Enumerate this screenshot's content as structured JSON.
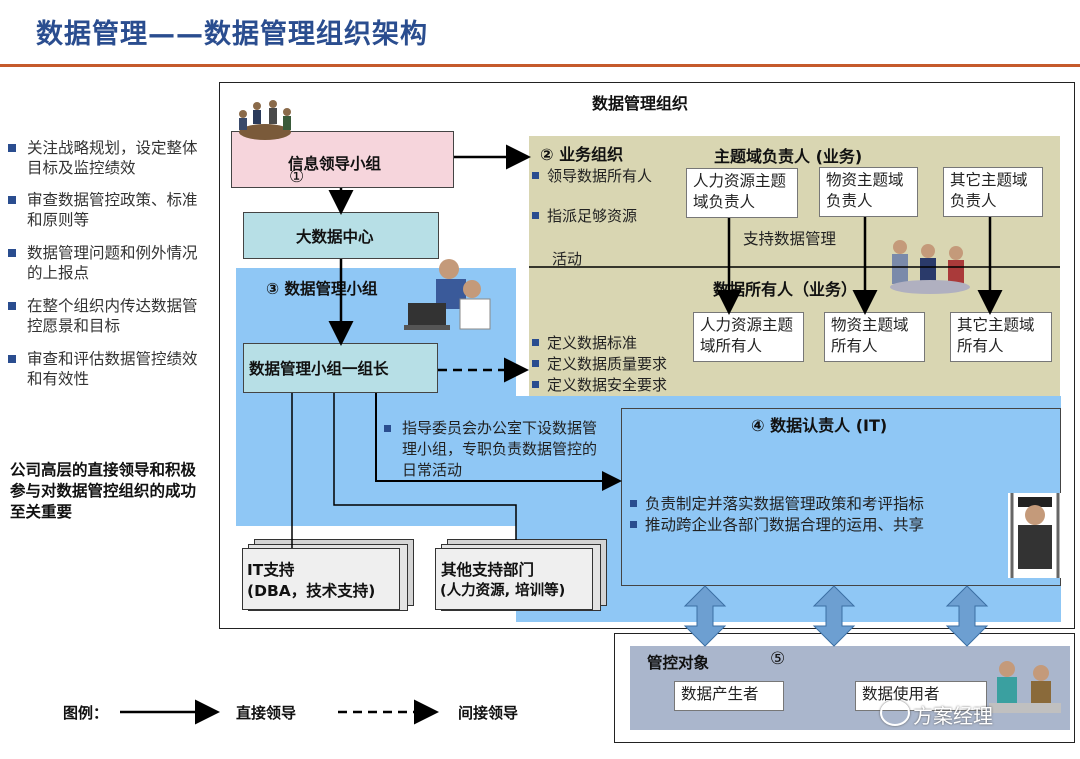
{
  "header": {
    "title": "数据管理——数据管理组织架构"
  },
  "left_panel": {
    "bullets": [
      "关注战略规划，设定整体目标及监控绩效",
      "审查数据管控政策、标准和原则等",
      "数据管理问题和例外情况的上报点",
      "在整个组织内传达数据管控愿景和目标",
      "审查和评估数据管控绩效和有效性"
    ],
    "emphasis": "公司高层的直接领导和积极参与对数据管控组织的成功至关重要"
  },
  "diagram": {
    "frame_title": "数据管理组织",
    "leadership": {
      "label": "信息领导小组",
      "num": "①"
    },
    "bigdata": {
      "label": "大数据中心"
    },
    "dm_group": {
      "label": "③ 数据管理小组"
    },
    "dm_leader": {
      "label": "数据管理小组一组长"
    },
    "dm_note": "指导委员会办公室下设数据管理小组，专职负责数据管控的日常活动",
    "support_it": {
      "line1": "IT支持",
      "line2": "(DBA，技术支持)"
    },
    "support_other": {
      "line1": "其他支持部门",
      "line2": "(人力资源, 培训等)"
    },
    "business": {
      "title": "② 业务组织",
      "items": [
        "领导数据所有人",
        "指派足够资源",
        "活动"
      ],
      "domain_head": "主题域负责人 (业务)",
      "domain_boxes": [
        "人力资源主题域负责人",
        "物资主题域负责人",
        "其它主题域负责人"
      ],
      "support_label": "支持数据管理",
      "owner_head": "数据所有人（业务）",
      "owner_boxes": [
        "人力资源主题域所有人",
        "物资主题域所有人",
        "其它主题域所有人"
      ],
      "define_items": [
        "定义数据标准",
        "定义数据质量要求",
        "定义数据安全要求"
      ]
    },
    "it_steward": {
      "title": "④ 数据认责人 (IT)",
      "items": [
        "负责制定并落实数据管理政策和考评指标",
        "推动跨企业各部门数据合理的运用、共享"
      ]
    },
    "controlled": {
      "title": "管控对象",
      "num": "⑤",
      "boxes": [
        "数据产生者",
        "数据使用者"
      ]
    }
  },
  "legend": {
    "label": "图例：",
    "direct": "直接领导",
    "indirect": "间接领导"
  },
  "watermark": "方案经理",
  "colors": {
    "title": "#2a4d8f",
    "rule": "#c55a2b",
    "pink": "#f6d5dc",
    "teal": "#b7dfe6",
    "blue": "#8fc7f5",
    "olive": "#d9d6b2",
    "gray": "#aab6cc",
    "arrow_blue": "#6d9fd1"
  }
}
